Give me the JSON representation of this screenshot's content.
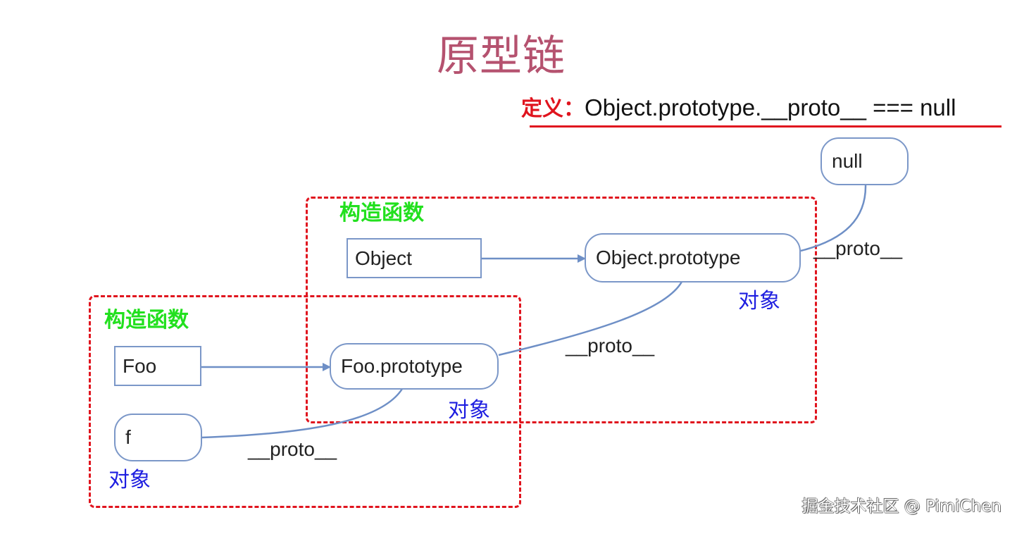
{
  "title": "原型链",
  "definition": {
    "label": "定义：",
    "expression": "Object.prototype.__proto__ === null"
  },
  "groups": [
    {
      "label": "构造函数"
    },
    {
      "label": "构造函数"
    }
  ],
  "nodes": {
    "object": "Object",
    "object_prototype": "Object.prototype",
    "foo": "Foo",
    "foo_prototype": "Foo.prototype",
    "f": "f",
    "null": "null"
  },
  "object_labels": [
    "对象",
    "对象",
    "对象"
  ],
  "proto_labels": [
    "__proto__",
    "__proto__",
    "__proto__"
  ],
  "watermark": "掘金技术社区 @ PimiChen",
  "colors": {
    "title": "#b5526f",
    "accent_red": "#e0141e",
    "constructor_green": "#22e01e",
    "object_blue": "#1e1ee0",
    "node_border": "#7b97c8",
    "link": "#6e8fc6"
  }
}
